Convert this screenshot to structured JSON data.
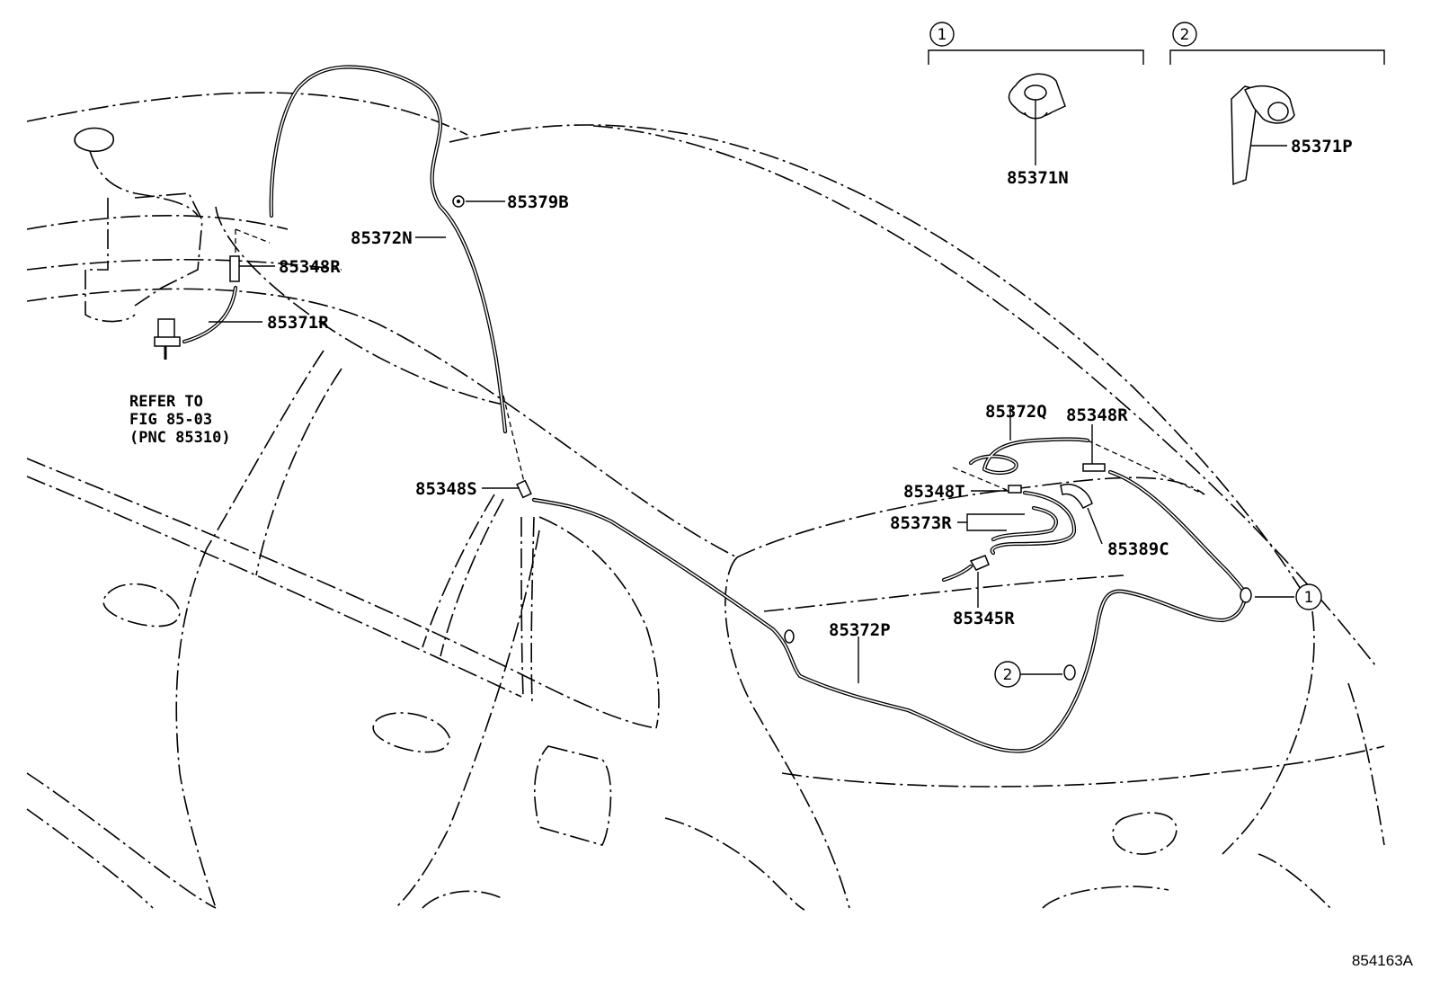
{
  "diagram": {
    "figure_id": "854163A",
    "callouts": {
      "c85379B": "85379B",
      "c85372N": "85372N",
      "c85348R_top": "85348R",
      "c85371R": "85371R",
      "c85348S": "85348S",
      "c85372Q": "85372Q",
      "c85348R_right": "85348R",
      "c85348T": "85348T",
      "c85373R": "85373R",
      "c85389C": "85389C",
      "c85345R": "85345R",
      "c85372P": "85372P",
      "c85371N": "85371N",
      "c85371P": "85371P"
    },
    "note": {
      "line1": "REFER TO",
      "line2": "FIG 85-03",
      "line3": "(PNC 85310)"
    },
    "markers": {
      "m1": "1",
      "m2": "2"
    },
    "detail_headers": {
      "d1": "1",
      "d2": "2"
    }
  }
}
